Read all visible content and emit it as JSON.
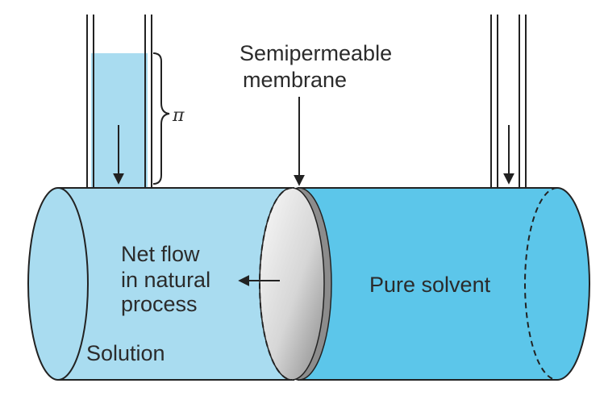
{
  "labels": {
    "membrane_line1": "Semipermeable",
    "membrane_line2": "membrane",
    "pi_symbol": "π",
    "net_flow_line1": "Net flow",
    "net_flow_line2": "in natural",
    "net_flow_line3": "process",
    "solution": "Solution",
    "pure_solvent": "Pure solvent"
  },
  "colors": {
    "solution": "#a9dcf0",
    "pure_solvent": "#5cc6ea",
    "outline": "#222222",
    "membrane_light": "#f2f2f2",
    "membrane_dark": "#8c8c8c"
  }
}
